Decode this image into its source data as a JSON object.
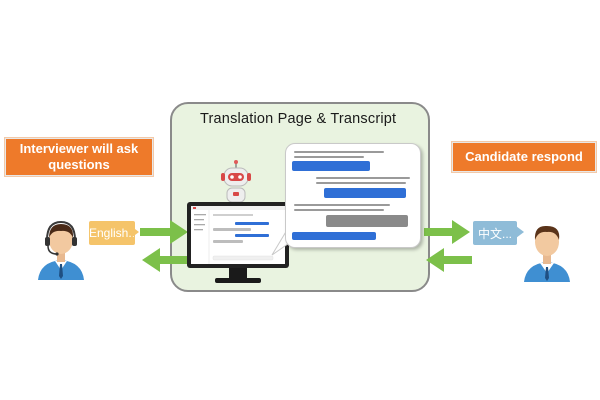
{
  "panel": {
    "title": "Translation Page & Transcript"
  },
  "interviewer": {
    "label": "Interviewer will ask questions",
    "bubble": "English.."
  },
  "candidate": {
    "label": "Candidate respond",
    "bubble": "中文..."
  },
  "colors": {
    "panel_bg": "#e9f3e0",
    "label_orange": "#ee7a2a",
    "arrow_green": "#7cc04a",
    "bubble_en": "#f5c46a",
    "bubble_zh": "#8fbcd8",
    "chat_blue": "#2f6fd6"
  },
  "icons": [
    "interviewer-avatar",
    "candidate-avatar",
    "robot-icon",
    "monitor-icon",
    "arrow-right-icon",
    "arrow-left-icon"
  ]
}
